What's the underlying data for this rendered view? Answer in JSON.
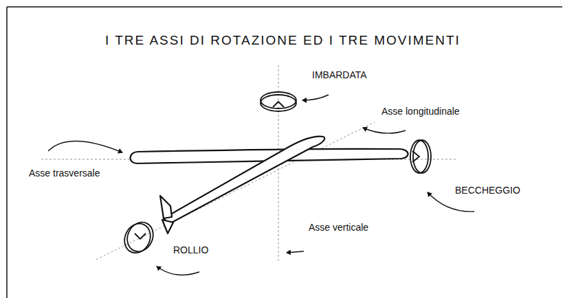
{
  "diagram": {
    "title": "I TRE ASSI DI ROTAZIONE ED I TRE MOVIMENTI",
    "labels": [
      "IMBARDATA",
      "Asse longitudinale",
      "Asse trasversale",
      "BECCHEGGIO",
      "Asse verticale",
      "ROLLIO"
    ]
  }
}
